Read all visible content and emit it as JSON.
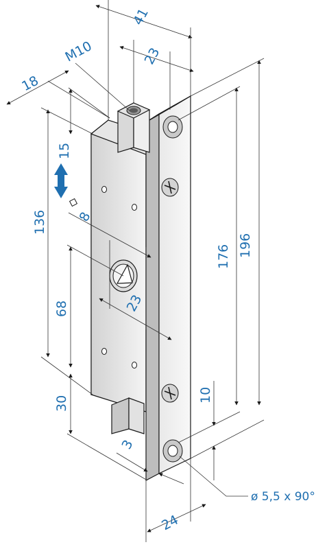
{
  "dimensions": {
    "top_width": "41",
    "thread": "M10",
    "plate_offset": "23",
    "flange": "18",
    "stroke": "15",
    "square": "8",
    "total_height": "136",
    "hole_spacing": "176",
    "plate_length": "196",
    "mid_height": "68",
    "mid_width": "23",
    "bottom_offset": "30",
    "hole_edge": "10",
    "thickness": "3",
    "plate_width": "24",
    "hole_spec": "ø 5,5 x 90°"
  },
  "colors": {
    "dimension_text": "#1f6fb0",
    "arrow": "#1f6fb0",
    "outline": "#1a1a1a",
    "face_light": "#f2f2f2",
    "face_mid": "#dcdcdc",
    "face_dark": "#bdbdbd"
  },
  "icons": [
    "double-arrow-icon",
    "square-symbol-icon",
    "screw-head-icon",
    "countersunk-hole-icon"
  ]
}
